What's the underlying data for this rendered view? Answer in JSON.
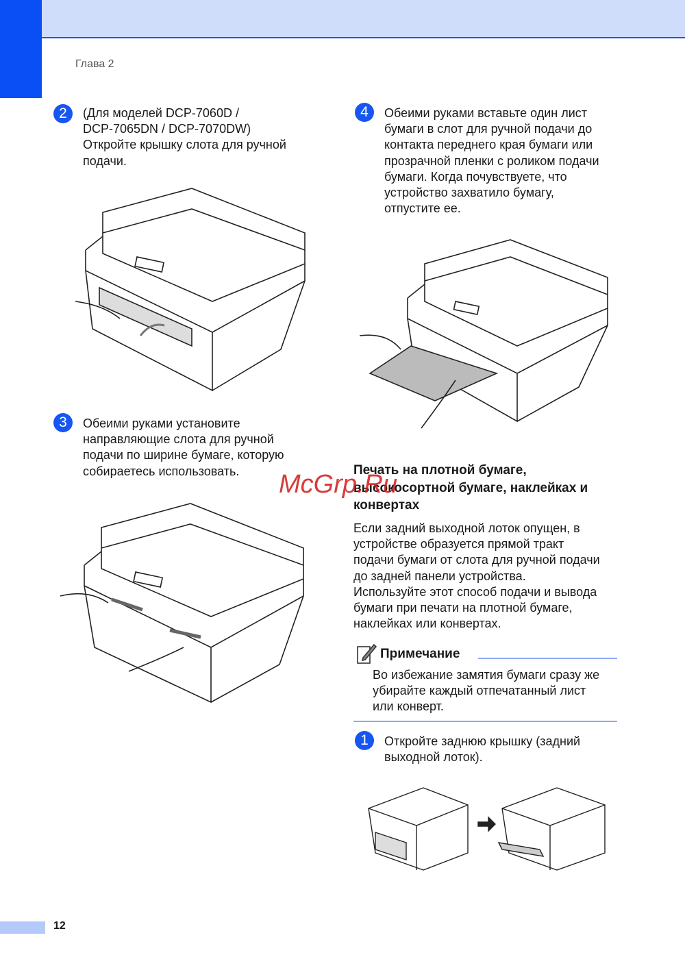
{
  "header": {
    "chapter": "Глава 2"
  },
  "steps": [
    {
      "number": "2",
      "text": "(Для моделей DCP-7060D /\nDCP-7065DN / DCP-7070DW)\nОткройте крышку слота для ручной\nподачи."
    },
    {
      "number": "3",
      "text": "Обеими руками установите\nнаправляющие слота для ручной\nподачи по ширине бумаге, которую\nсобираетесь использовать."
    },
    {
      "number": "4",
      "text": "Обеими руками вставьте один лист\nбумаги в слот для ручной подачи до\nконтакта переднего края бумаги или\nпрозрачной пленки с роликом подачи\nбумаги. Когда почувствуете, что\nустройство захватило бумагу,\nотпустите ее."
    },
    {
      "number": "1",
      "text": "Откройте заднюю крышку (задний\nвыходной лоток)."
    }
  ],
  "section": {
    "title": "Печать на плотной бумаге,\nвысокосортной бумаге, наклейках и\nконвертах",
    "body": "Если задний выходной лоток опущен, в\nустройстве образуется прямой тракт\nподачи бумаги от слота для ручной подачи\nдо задней панели устройства.\nИспользуйте этот способ подачи и вывода\nбумаги при печати на плотной бумаге,\nнаклейках или конвертах."
  },
  "note": {
    "title": "Примечание",
    "body": "Во избежание замятия бумаги сразу же\nубирайте каждый отпечатанный лист\nили конверт."
  },
  "watermark": "McGrp.Ru",
  "footer": {
    "page": "12"
  },
  "colors": {
    "accent": "#0a4ff5",
    "band": "#cfdcfa"
  }
}
